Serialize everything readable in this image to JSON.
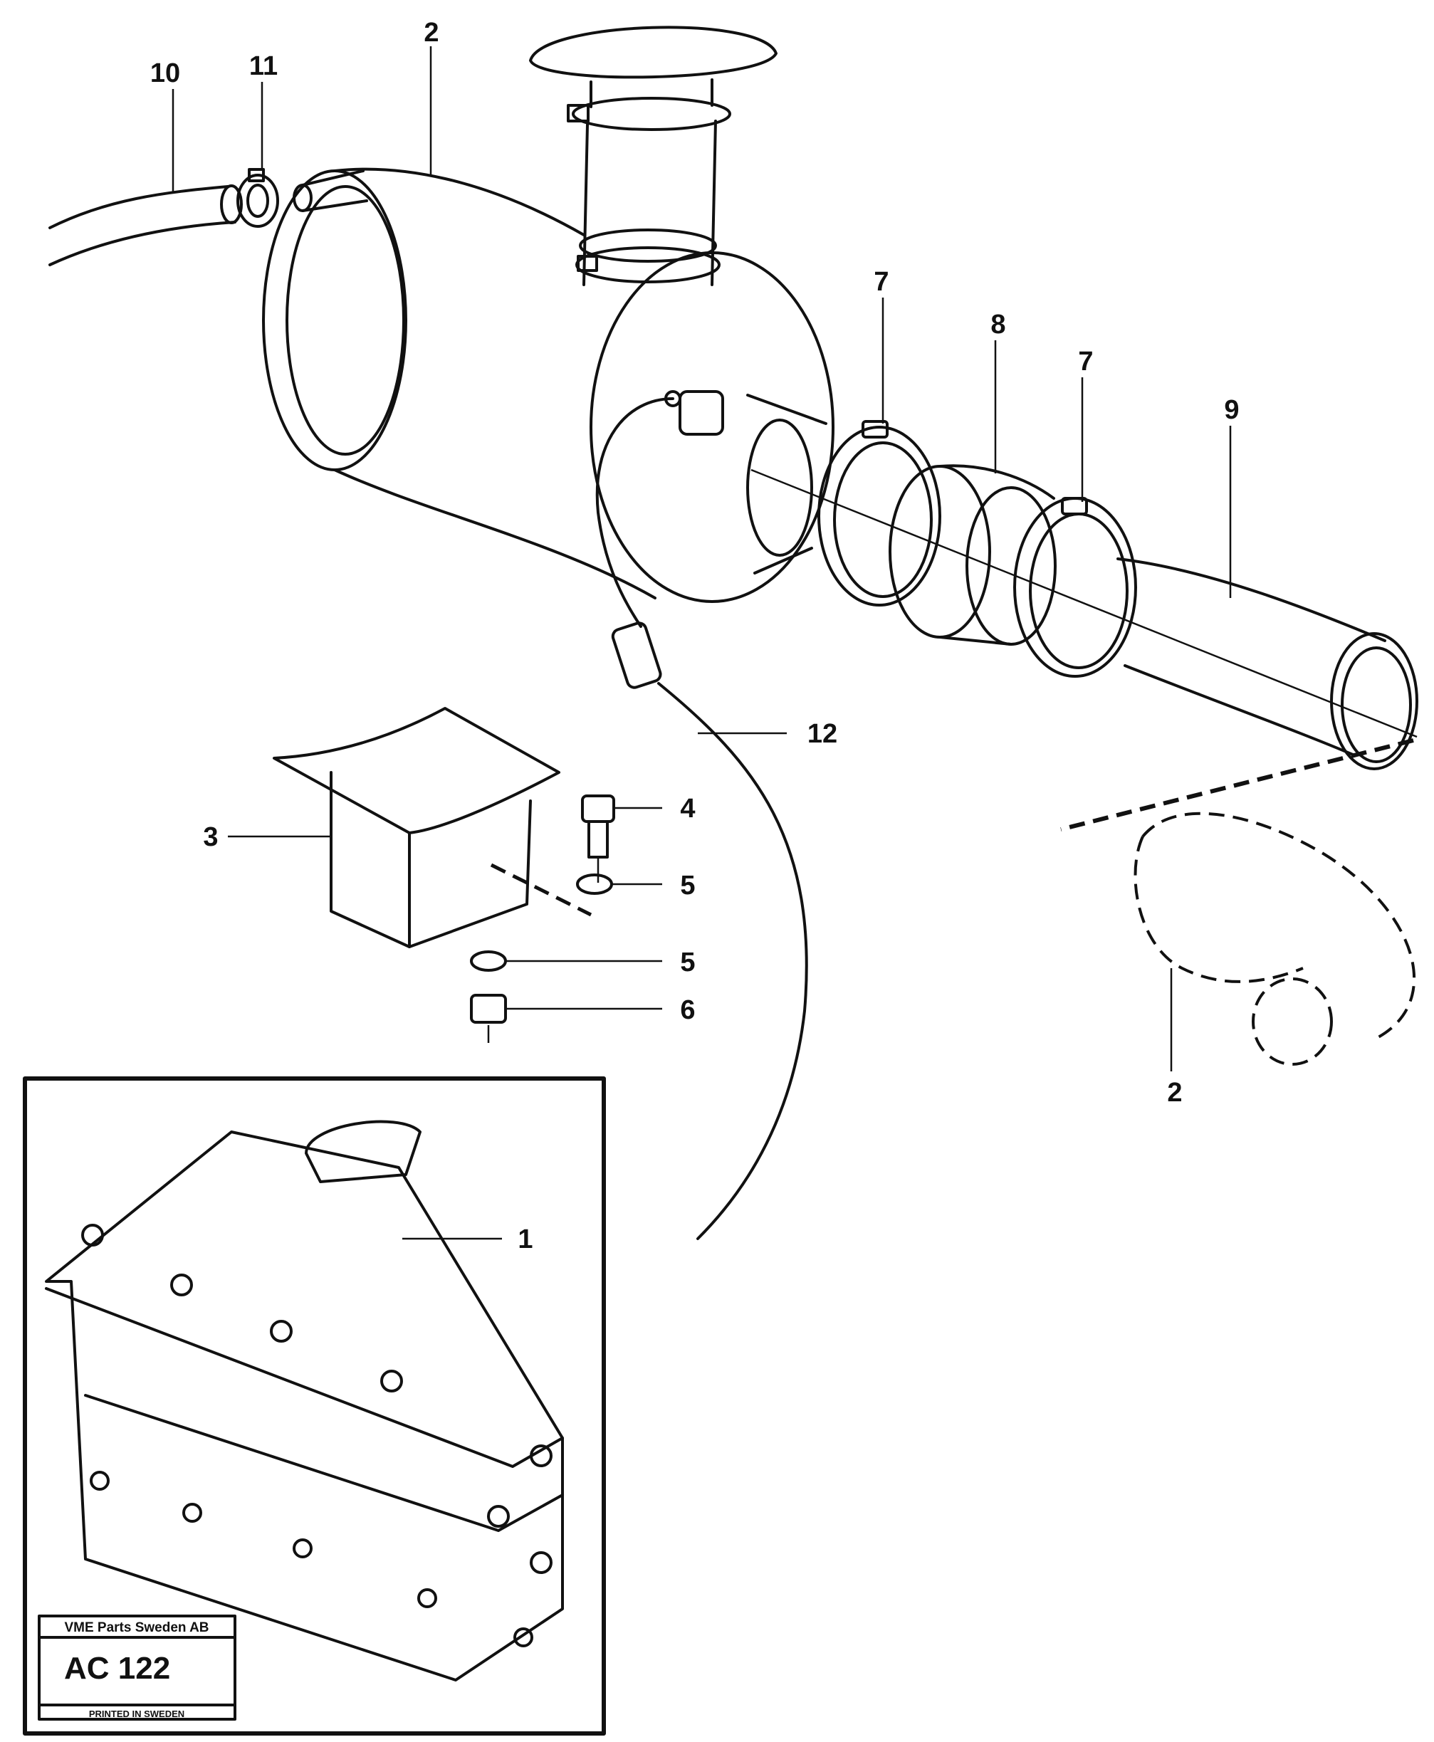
{
  "callouts": {
    "c1": "1",
    "c2_top": "2",
    "c2_bottom": "2",
    "c3": "3",
    "c4": "4",
    "c5_upper": "5",
    "c5_lower": "5",
    "c6": "6",
    "c7_left": "7",
    "c7_right": "7",
    "c8": "8",
    "c9": "9",
    "c10": "10",
    "c11": "11",
    "c12": "12"
  },
  "stamp": {
    "company": "VME Parts Sweden AB",
    "code": "AC 122",
    "printed": "PRINTED IN SWEDEN"
  }
}
